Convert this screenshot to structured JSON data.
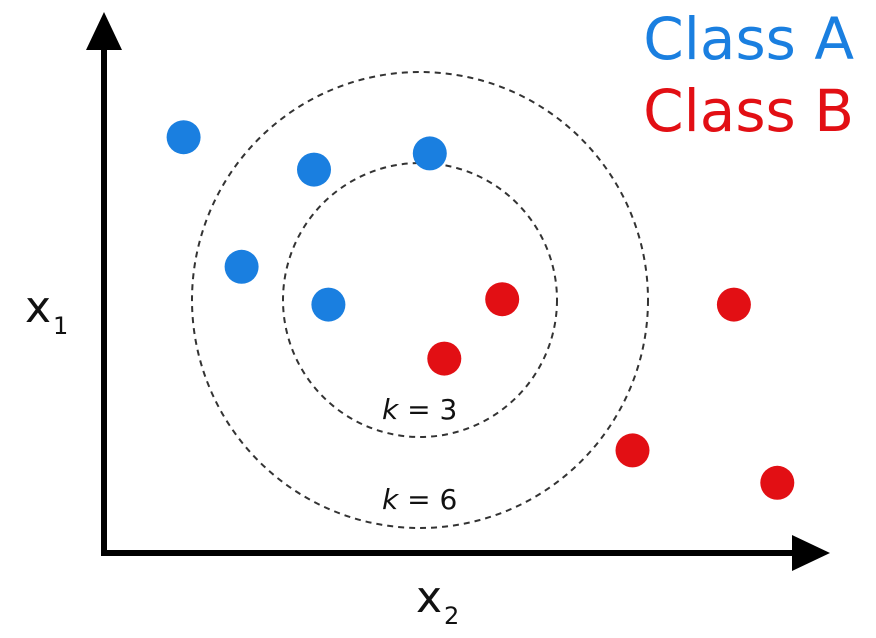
{
  "legend": {
    "class_a": {
      "label": "Class A",
      "color": "#1a7fe0"
    },
    "class_b": {
      "label": "Class B",
      "color": "#e20f14"
    }
  },
  "axes": {
    "x1_main": "x",
    "x1_sub": "1",
    "x2_main": "x",
    "x2_sub": "2"
  },
  "circles": {
    "inner": {
      "var": "k",
      "rest": " = 3",
      "neighbors": 3
    },
    "outer": {
      "var": "k",
      "rest": " = 6",
      "neighbors": 6
    }
  },
  "points": {
    "class_a": [
      {
        "x2": 0.11,
        "x1": 0.77
      },
      {
        "x2": 0.29,
        "x1": 0.71
      },
      {
        "x2": 0.45,
        "x1": 0.74
      },
      {
        "x2": 0.19,
        "x1": 0.53
      },
      {
        "x2": 0.31,
        "x1": 0.46
      }
    ],
    "class_b": [
      {
        "x2": 0.55,
        "x1": 0.47
      },
      {
        "x2": 0.47,
        "x1": 0.36
      },
      {
        "x2": 0.87,
        "x1": 0.46
      },
      {
        "x2": 0.73,
        "x1": 0.19
      },
      {
        "x2": 0.93,
        "x1": 0.13
      }
    ]
  }
}
